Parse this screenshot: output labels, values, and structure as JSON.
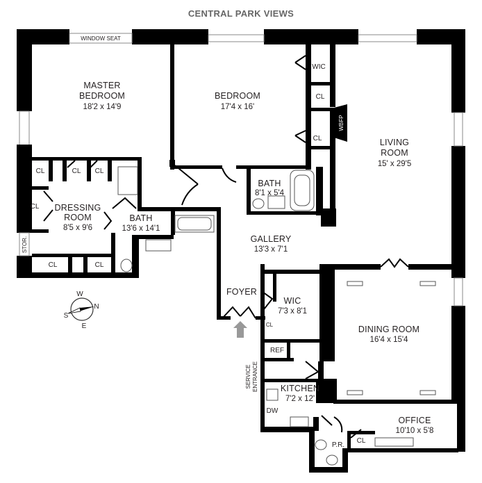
{
  "heading": "CENTRAL PARK VIEWS",
  "window_seat": "WINDOW SEAT",
  "rooms": {
    "master_bedroom": {
      "name1": "MASTER",
      "name2": "BEDROOM",
      "size": "18'2 x 14'9"
    },
    "bedroom": {
      "name": "BEDROOM",
      "size": "17'4 x 16'"
    },
    "living_room": {
      "name1": "LIVING",
      "name2": "ROOM",
      "size": "15' x 29'5"
    },
    "dressing_room": {
      "name1": "DRESSING",
      "name2": "ROOM",
      "size": "8'5 x 9'6"
    },
    "bath_master": {
      "name": "BATH",
      "size": "13'6 x 14'1"
    },
    "bath_bedroom": {
      "name": "BATH",
      "size": "8'1 x 5'4"
    },
    "gallery": {
      "name": "GALLERY",
      "size": "13'3 x 7'1"
    },
    "foyer": {
      "name": "FOYER"
    },
    "wic_foyer": {
      "name": "WIC",
      "size": "7'3 x 8'1"
    },
    "dining_room": {
      "name": "DINING ROOM",
      "size": "16'4 x 15'4"
    },
    "kitchen": {
      "name": "KITCHEN",
      "size": "7'2 x 12'"
    },
    "office": {
      "name": "OFFICE",
      "size": "10'10 x 5'8"
    }
  },
  "labels": {
    "wic": "WIC",
    "cl": "CL",
    "wbfp": "WBFP",
    "stor": "STOR.",
    "ref": "REF",
    "dw": "DW",
    "pr": "P.R.",
    "service1": "SERVICE",
    "service2": "ENTRANCE"
  },
  "compass": {
    "n": "N",
    "s": "S",
    "e": "E",
    "w": "W"
  }
}
